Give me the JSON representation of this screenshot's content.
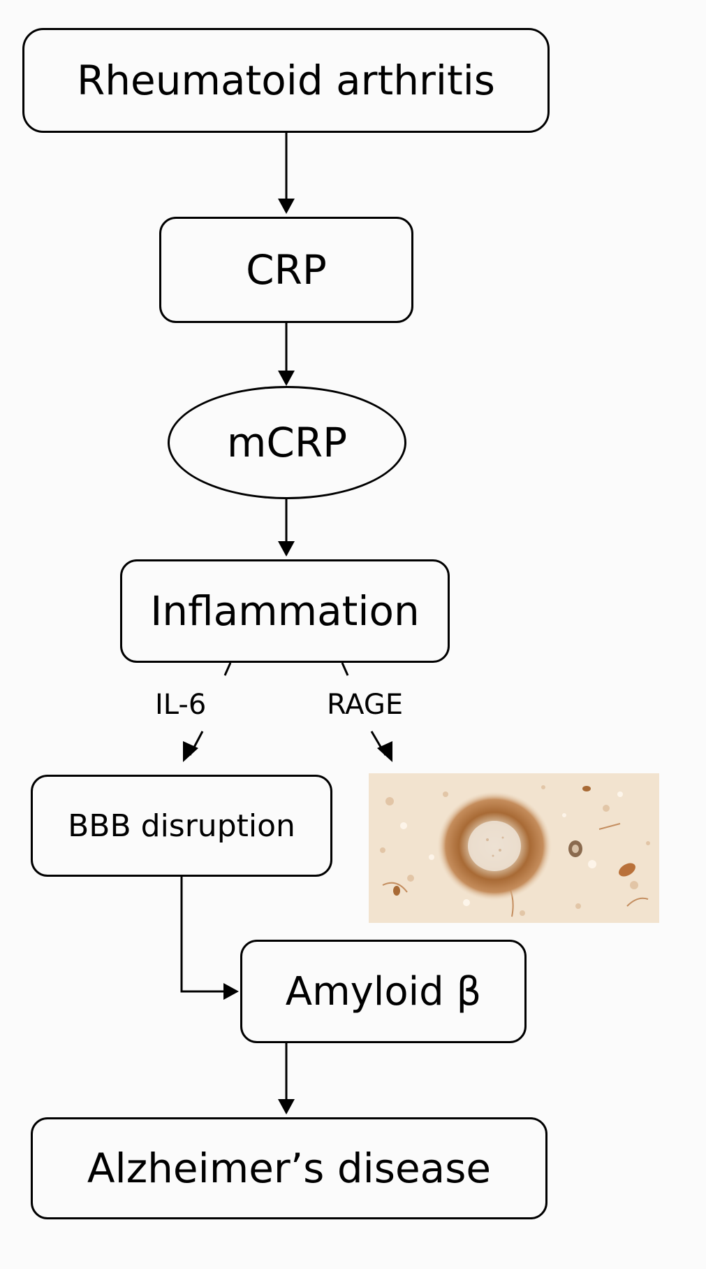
{
  "diagram": {
    "nodes": {
      "rheumatoid_arthritis": "Rheumatoid arthritis",
      "crp": "CRP",
      "mcrp": "mCRP",
      "inflammation": "Inflammation",
      "bbb_disruption": "BBB disruption",
      "amyloid_beta": "Amyloid β",
      "alzheimers_disease": "Alzheimer’s disease"
    },
    "edge_labels": {
      "il6": "IL-6",
      "rage": "RAGE"
    },
    "colors": {
      "stroke": "#000000",
      "background": "#fbfbfb",
      "tissue_stain": "#a8652f",
      "tissue_background": "#f2e3cf"
    }
  }
}
